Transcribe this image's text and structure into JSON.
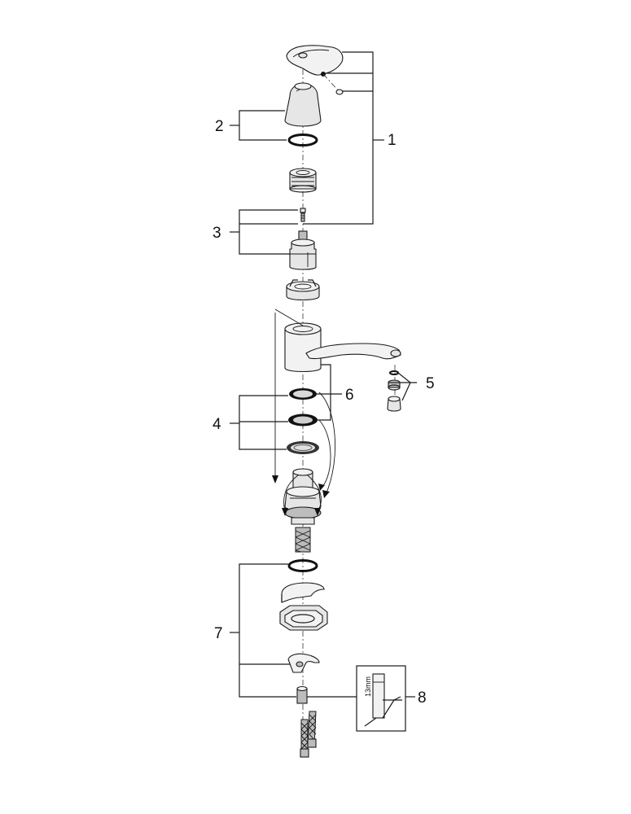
{
  "callouts": {
    "c1": "1",
    "c2": "2",
    "c3": "3",
    "c4": "4",
    "c5": "5",
    "c6": "6",
    "c7": "7",
    "c8": "8"
  },
  "tool_label": "13mm"
}
